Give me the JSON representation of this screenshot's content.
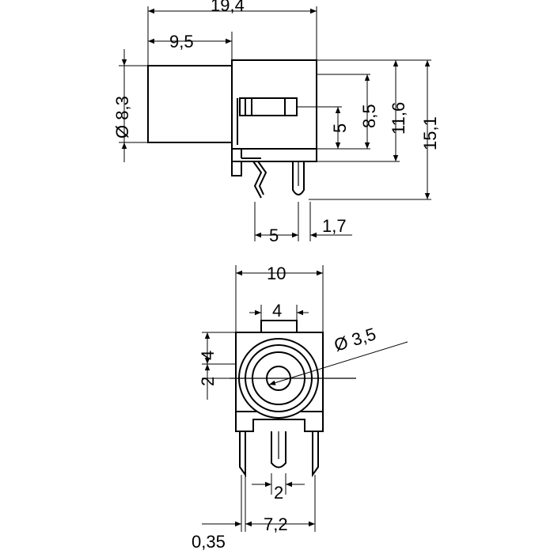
{
  "drawing": {
    "side_view": {
      "overall_length": "19,4",
      "body_length": "9,5",
      "body_diameter": "Ø 8,3",
      "height_1": "8,5",
      "height_2": "11,6",
      "height_3": "15,1",
      "height_small": "5",
      "pin_spacing": "5",
      "pin_offset": "1,7"
    },
    "front_view": {
      "width": "10",
      "inner_width": "4",
      "offset_vertical": "4",
      "hole_offset": "2",
      "hole_diameter": "Ø 3,5",
      "pin_width": "2",
      "pin_pitch": "7,2",
      "pin_thickness": "0,35"
    }
  }
}
